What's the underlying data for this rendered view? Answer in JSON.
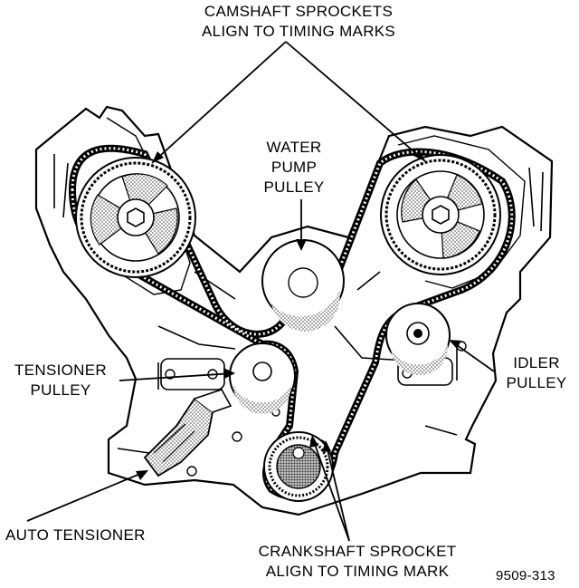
{
  "labels": {
    "camshaft": [
      "CAMSHAFT SPROCKETS",
      "ALIGN TO TIMING MARKS"
    ],
    "water_pump": [
      "WATER",
      "PUMP",
      "PULLEY"
    ],
    "tensioner": [
      "TENSIONER",
      "PULLEY"
    ],
    "idler": [
      "IDLER",
      "PULLEY"
    ],
    "auto_tensioner": "AUTO TENSIONER",
    "crankshaft": [
      "CRANKSHAFT SPROCKET",
      "ALIGN TO TIMING MARK"
    ],
    "figure_number": "9509-313"
  },
  "colors": {
    "ink": "#000000",
    "paper": "#ffffff",
    "shade": "#9a9a9a"
  }
}
